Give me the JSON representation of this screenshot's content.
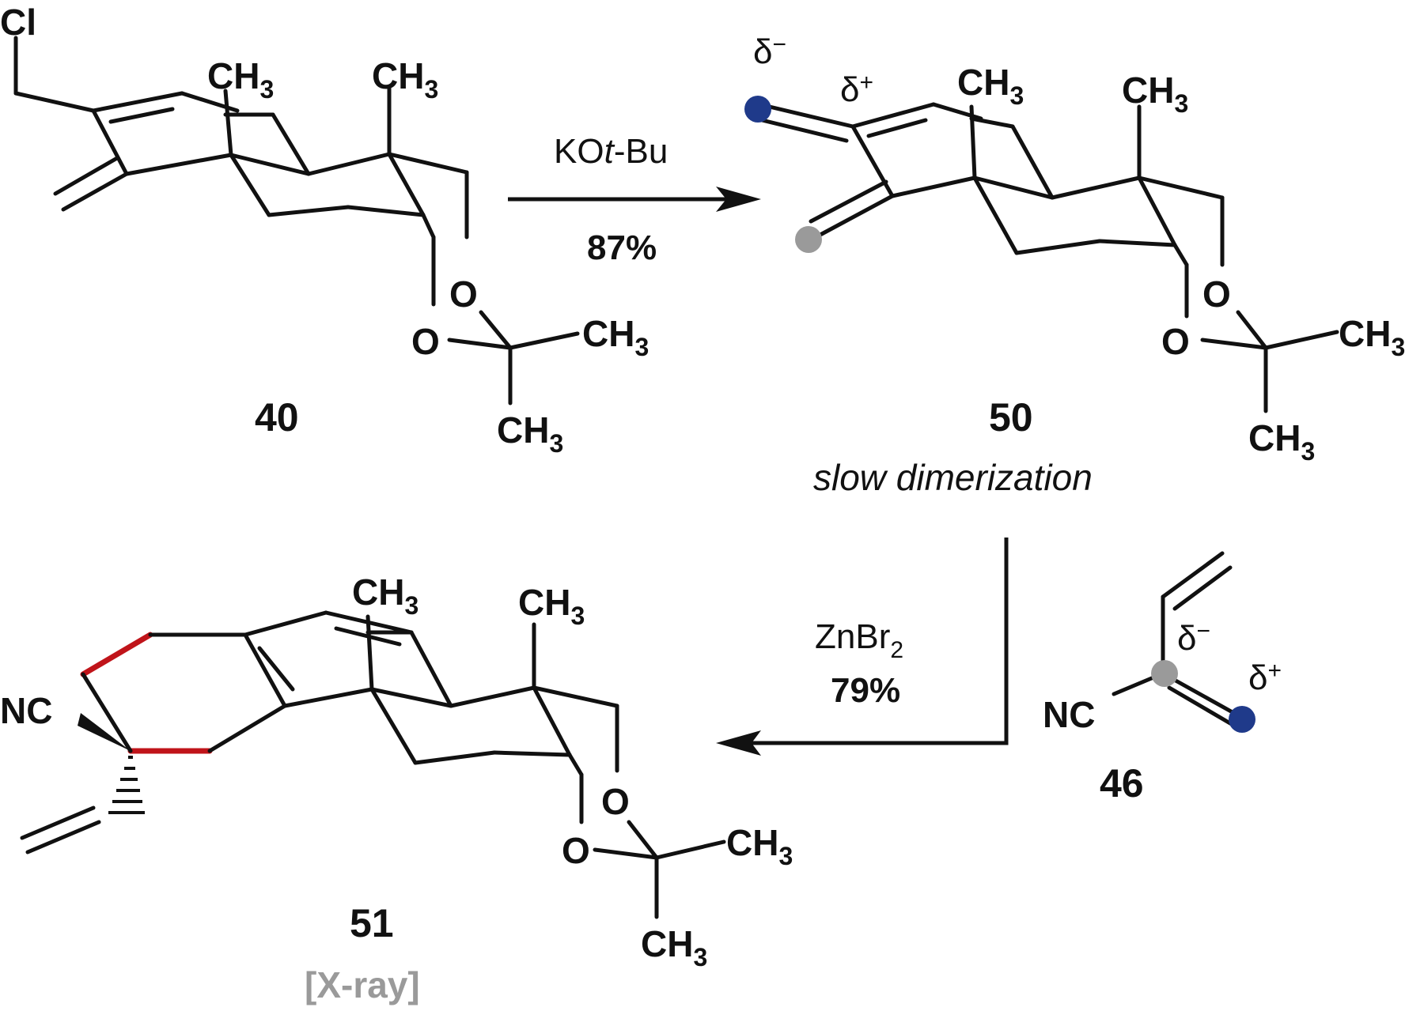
{
  "atoms": {
    "cl": "Cl",
    "ch": "CH",
    "three": "3",
    "o": "O",
    "nc": "NC",
    "two": "2"
  },
  "compounds": {
    "c40": "40",
    "c50": "50",
    "c51": "51",
    "c46": "46"
  },
  "step1": {
    "reagent_prefix": "KO",
    "reagent_italic": "t",
    "reagent_suffix": "-Bu",
    "yield": "87%"
  },
  "step2": {
    "reagent": "ZnBr",
    "yield": "79%"
  },
  "notes": {
    "dimerization": "slow dimerization",
    "xray": "[X-ray]"
  },
  "charges": {
    "delta": "δ",
    "minus": "−",
    "plus": "+"
  },
  "colors": {
    "red_bonds": "#c0141a",
    "blue_atom": "#1f3a8a",
    "gray_atom": "#9a9a9a",
    "xray_text": "#9a9a9a"
  }
}
